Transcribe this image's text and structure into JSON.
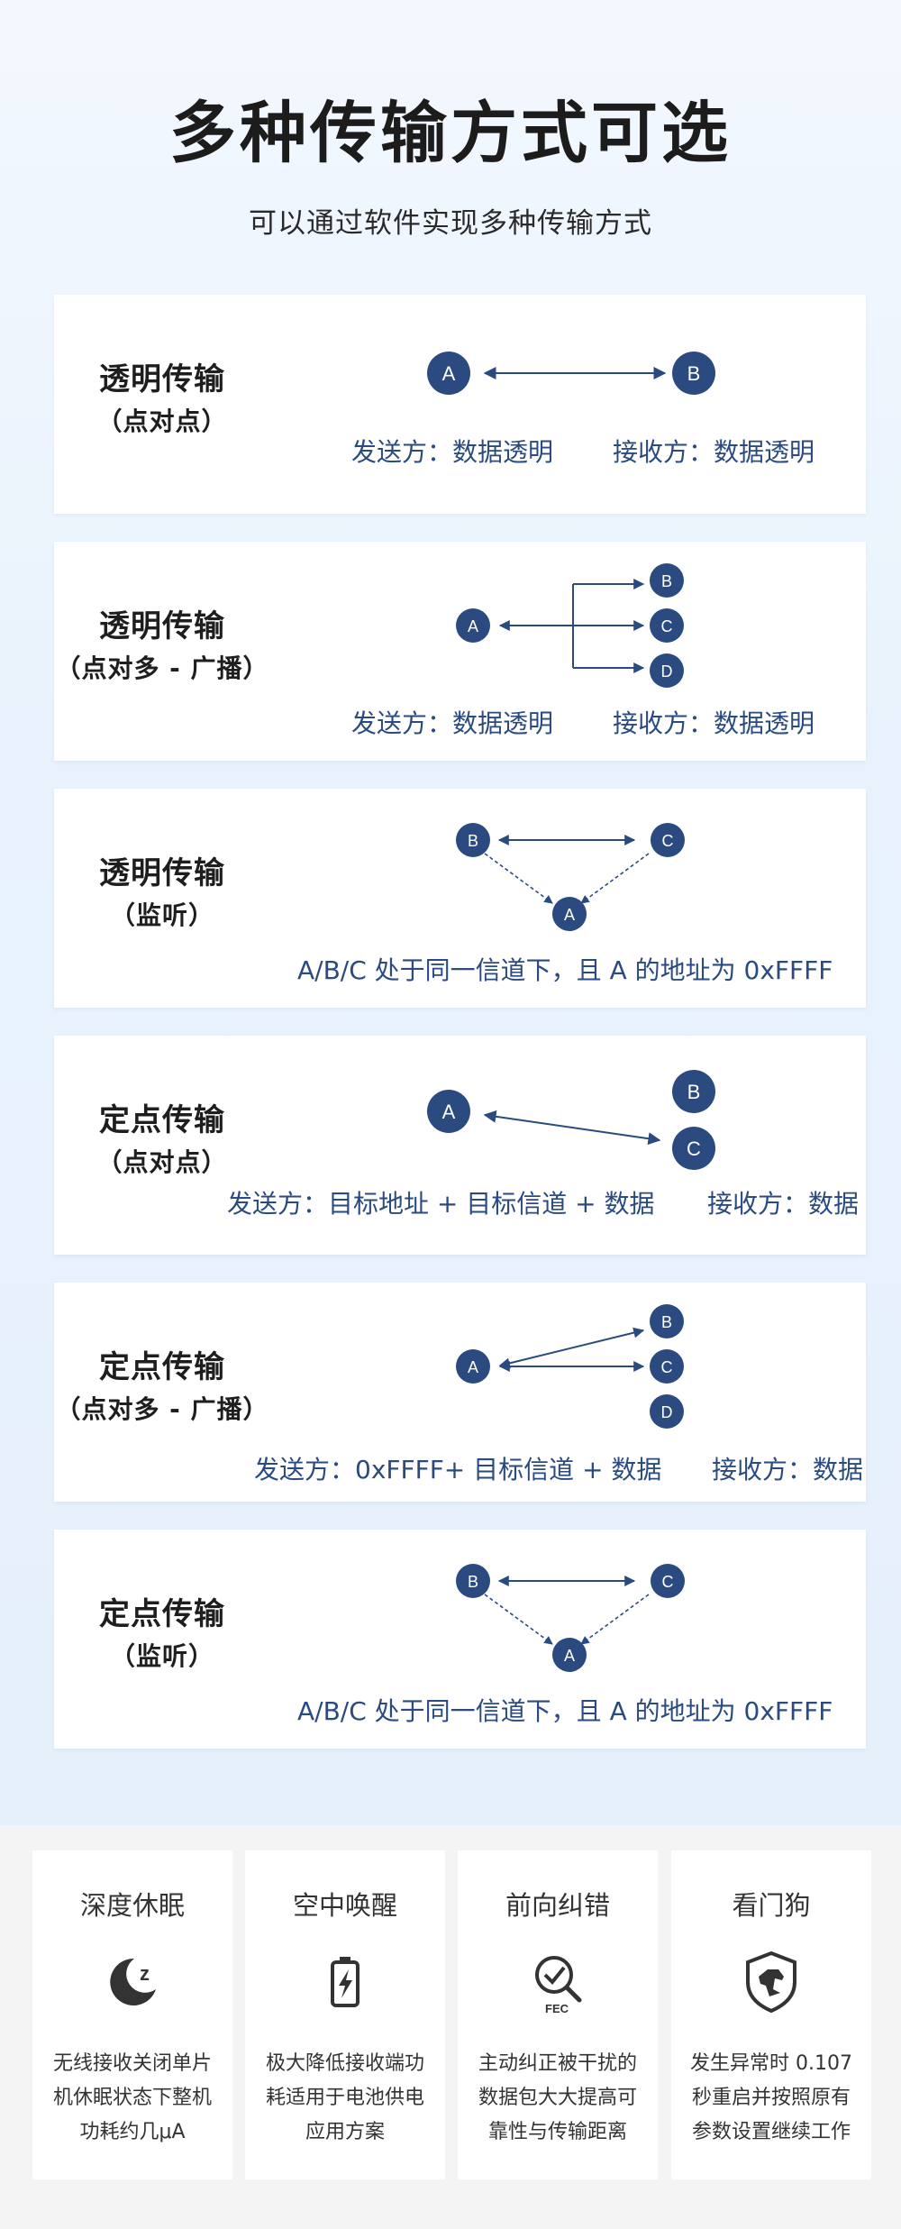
{
  "header": {
    "title": "多种传输方式可选",
    "subtitle": "可以通过软件实现多种传输方式"
  },
  "colors": {
    "node": "#2a4a80",
    "caption": "#2a4a80",
    "background": "#ebf3fd"
  },
  "modes": [
    {
      "name": "透明传输",
      "sub": "（点对点）",
      "nodes": [
        "A",
        "B"
      ],
      "send": "发送方：数据透明",
      "recv": "接收方：数据透明"
    },
    {
      "name": "透明传输",
      "sub": "（点对多 - 广播）",
      "nodes": [
        "A",
        "B",
        "C",
        "D"
      ],
      "send": "发送方：数据透明",
      "recv": "接收方：数据透明"
    },
    {
      "name": "透明传输",
      "sub": "（监听）",
      "nodes": [
        "B",
        "C",
        "A"
      ],
      "note": "A/B/C 处于同一信道下，且 A 的地址为 0xFFFF"
    },
    {
      "name": "定点传输",
      "sub": "（点对点）",
      "nodes": [
        "A",
        "B",
        "C"
      ],
      "send": "发送方：目标地址 + 目标信道 + 数据",
      "recv": "接收方：数据"
    },
    {
      "name": "定点传输",
      "sub": "（点对多 - 广播）",
      "nodes": [
        "A",
        "B",
        "C",
        "D"
      ],
      "send": "发送方：0xFFFF+ 目标信道 + 数据",
      "recv": "接收方：数据"
    },
    {
      "name": "定点传输",
      "sub": "（监听）",
      "nodes": [
        "B",
        "C",
        "A"
      ],
      "note": "A/B/C 处于同一信道下，且 A 的地址为 0xFFFF"
    }
  ],
  "features": [
    {
      "name": "深度休眠",
      "icon": "moon-sleep-icon",
      "desc": [
        "无线接收关闭单片",
        "机休眠状态下整机",
        "功耗约几μA"
      ]
    },
    {
      "name": "空中唤醒",
      "icon": "battery-charge-icon",
      "desc": [
        "极大降低接收端功",
        "耗适用于电池供电",
        "应用方案"
      ]
    },
    {
      "name": "前向纠错",
      "icon": "fec-check-icon",
      "icon_label": "FEC",
      "desc": [
        "主动纠正被干扰的",
        "数据包大大提高可",
        "靠性与传输距离"
      ]
    },
    {
      "name": "看门狗",
      "icon": "watchdog-shield-icon",
      "desc": [
        "发生异常时 0.107",
        "秒重启并按照原有",
        "参数设置继续工作"
      ]
    }
  ]
}
